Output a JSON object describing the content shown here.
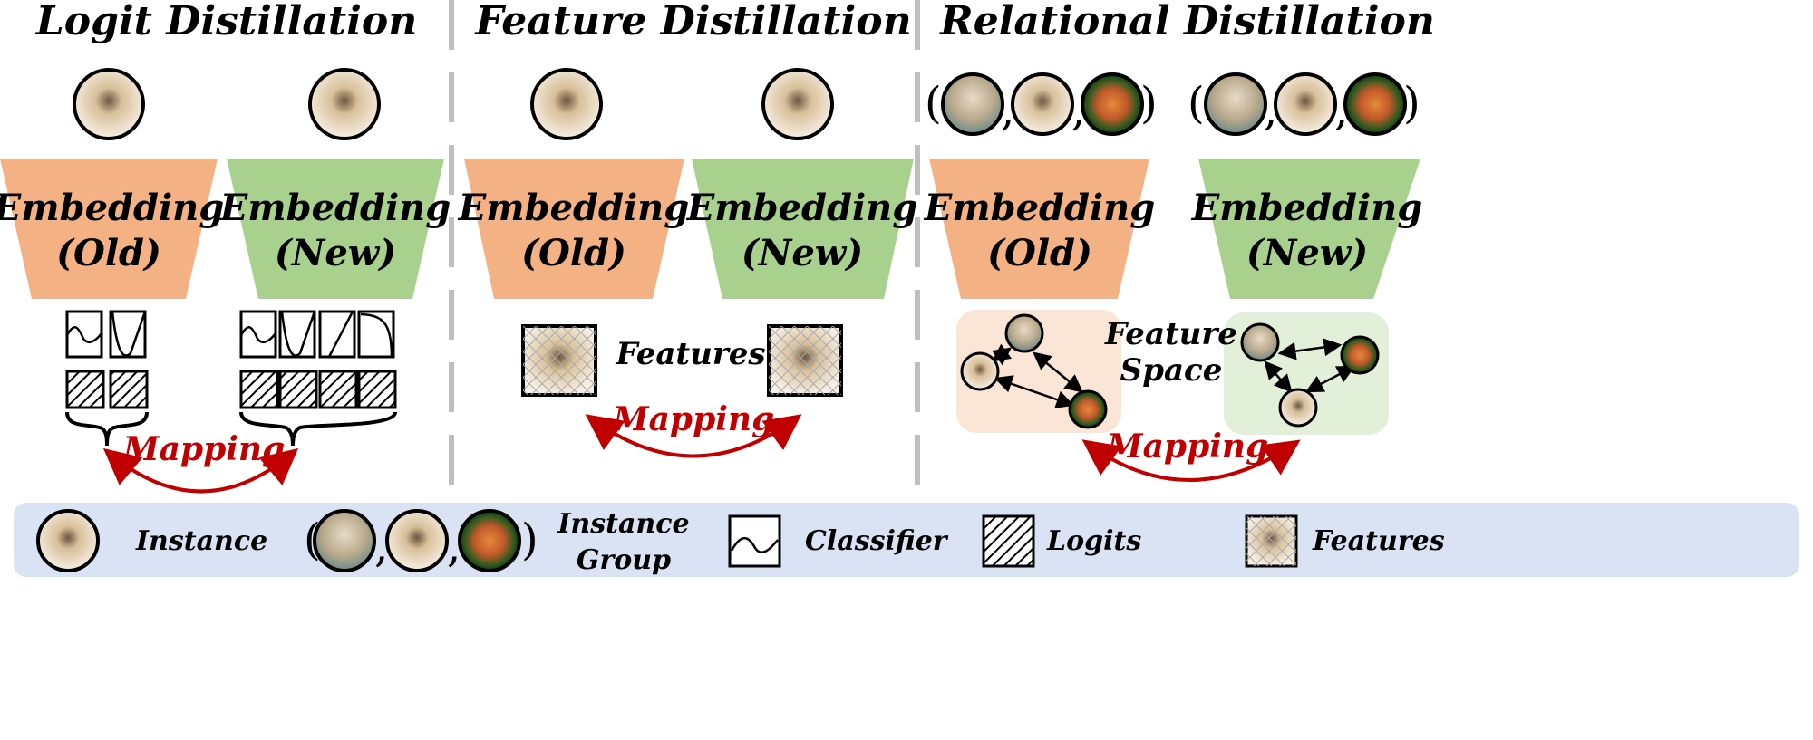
{
  "titles": {
    "logit": "Logit Distillation",
    "feature": "Feature Distillation",
    "relational": "Relational Distillation"
  },
  "embedding": {
    "word": "Embedding",
    "old": "(Old)",
    "new": "(New)"
  },
  "labels": {
    "features": "Features",
    "feature_space_1": "Feature",
    "feature_space_2": "Space",
    "mapping": "Mapping",
    "comma": ","
  },
  "legend": {
    "instance": "Instance",
    "instance_group_1": "Instance",
    "instance_group_2": "Group",
    "classifier": "Classifier",
    "logits": "Logits",
    "features": "Features",
    "open_paren": "(",
    "close_paren": ")"
  },
  "colors": {
    "old": "#F4B183",
    "new": "#A9D18E",
    "old_space": "#FBE5D6",
    "new_space": "#E2F0D9",
    "legend_bg": "#DAE3F3",
    "mapping": "#C00000",
    "divider": "#BFBFBF"
  }
}
